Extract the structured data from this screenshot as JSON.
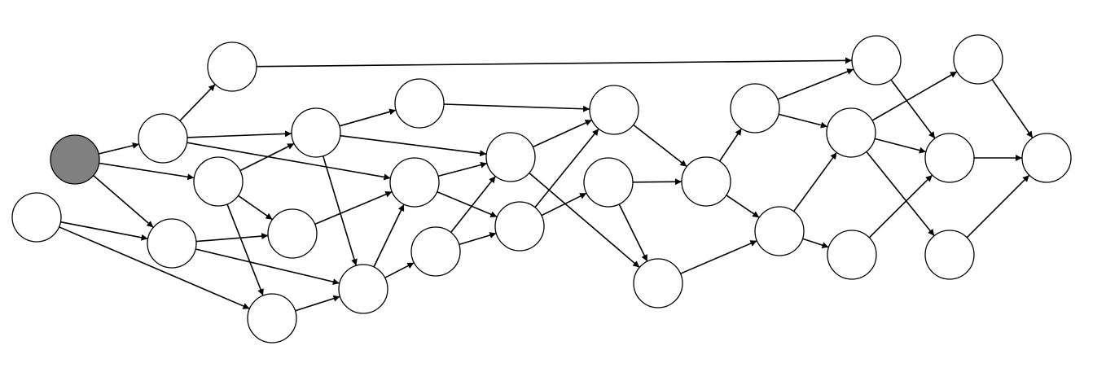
{
  "diagram": {
    "type": "directed-graph",
    "colors": {
      "default_node": "#ffffff",
      "highlighted_node": "#808080",
      "stroke": "#000000"
    },
    "nodes": [
      {
        "id": "n1",
        "highlighted": true
      },
      {
        "id": "n2",
        "highlighted": false
      },
      {
        "id": "n3",
        "highlighted": false
      },
      {
        "id": "n4",
        "highlighted": false
      },
      {
        "id": "n5",
        "highlighted": false
      },
      {
        "id": "n6",
        "highlighted": false
      },
      {
        "id": "n7",
        "highlighted": false
      },
      {
        "id": "n8",
        "highlighted": false
      },
      {
        "id": "n9",
        "highlighted": false
      },
      {
        "id": "n10",
        "highlighted": false
      },
      {
        "id": "n11",
        "highlighted": false
      },
      {
        "id": "n12",
        "highlighted": false
      },
      {
        "id": "n13",
        "highlighted": false
      },
      {
        "id": "n14",
        "highlighted": false
      },
      {
        "id": "n15",
        "highlighted": false
      },
      {
        "id": "n16",
        "highlighted": false
      },
      {
        "id": "n17",
        "highlighted": false
      },
      {
        "id": "n18",
        "highlighted": false
      },
      {
        "id": "n19",
        "highlighted": false
      },
      {
        "id": "n20",
        "highlighted": false
      },
      {
        "id": "n21",
        "highlighted": false
      },
      {
        "id": "n22",
        "highlighted": false
      },
      {
        "id": "n23",
        "highlighted": false
      },
      {
        "id": "n24",
        "highlighted": false
      },
      {
        "id": "n25",
        "highlighted": false
      },
      {
        "id": "n26",
        "highlighted": false
      },
      {
        "id": "n27",
        "highlighted": false
      },
      {
        "id": "n28",
        "highlighted": false
      },
      {
        "id": "n29",
        "highlighted": false
      },
      {
        "id": "n30",
        "highlighted": false
      }
    ],
    "edges": [
      [
        "n1",
        "n4"
      ],
      [
        "n1",
        "n5"
      ],
      [
        "n1",
        "n6"
      ],
      [
        "n2",
        "n6"
      ],
      [
        "n2",
        "n7"
      ],
      [
        "n4",
        "n3"
      ],
      [
        "n4",
        "n8"
      ],
      [
        "n4",
        "n11"
      ],
      [
        "n5",
        "n8"
      ],
      [
        "n5",
        "n9"
      ],
      [
        "n5",
        "n7"
      ],
      [
        "n6",
        "n9"
      ],
      [
        "n6",
        "n10"
      ],
      [
        "n7",
        "n10"
      ],
      [
        "n3",
        "n23"
      ],
      [
        "n8",
        "n12"
      ],
      [
        "n8",
        "n13"
      ],
      [
        "n8",
        "n10"
      ],
      [
        "n9",
        "n11"
      ],
      [
        "n10",
        "n11"
      ],
      [
        "n10",
        "n14"
      ],
      [
        "n11",
        "n13"
      ],
      [
        "n11",
        "n15"
      ],
      [
        "n12",
        "n16"
      ],
      [
        "n13",
        "n16"
      ],
      [
        "n13",
        "n19"
      ],
      [
        "n14",
        "n13"
      ],
      [
        "n14",
        "n15"
      ],
      [
        "n15",
        "n16"
      ],
      [
        "n15",
        "n17"
      ],
      [
        "n16",
        "n18"
      ],
      [
        "n17",
        "n18"
      ],
      [
        "n17",
        "n19"
      ],
      [
        "n18",
        "n20"
      ],
      [
        "n18",
        "n21"
      ],
      [
        "n19",
        "n21"
      ],
      [
        "n20",
        "n23"
      ],
      [
        "n20",
        "n24"
      ],
      [
        "n21",
        "n24"
      ],
      [
        "n21",
        "n25"
      ],
      [
        "n23",
        "n26"
      ],
      [
        "n24",
        "n22"
      ],
      [
        "n24",
        "n26"
      ],
      [
        "n24",
        "n27"
      ],
      [
        "n25",
        "n26"
      ],
      [
        "n22",
        "n28"
      ],
      [
        "n26",
        "n28"
      ],
      [
        "n27",
        "n28"
      ]
    ]
  }
}
